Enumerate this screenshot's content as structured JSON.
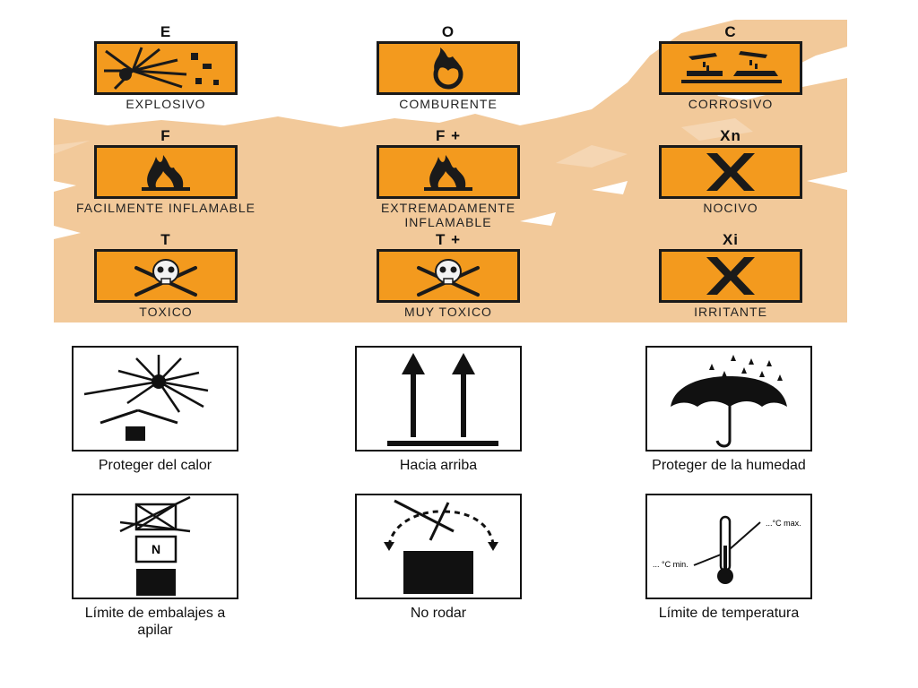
{
  "hazards": [
    {
      "code": "E",
      "name": "EXPLOSIVO",
      "icon": "explosion-icon"
    },
    {
      "code": "O",
      "name": "COMBURENTE",
      "icon": "flame-over-circle-icon"
    },
    {
      "code": "C",
      "name": "CORROSIVO",
      "icon": "corrosion-icon"
    },
    {
      "code": "F",
      "name": "FACILMENTE INFLAMABLE",
      "icon": "flame-icon"
    },
    {
      "code": "F +",
      "name": "EXTREMADAMENTE INFLAMABLE",
      "icon": "flame-icon"
    },
    {
      "code": "Xn",
      "name": "NOCIVO",
      "icon": "cross-icon"
    },
    {
      "code": "T",
      "name": "TOXICO",
      "icon": "skull-crossbones-icon"
    },
    {
      "code": "T +",
      "name": "MUY TOXICO",
      "icon": "skull-crossbones-icon"
    },
    {
      "code": "Xi",
      "name": "IRRITANTE",
      "icon": "cross-icon"
    }
  ],
  "packaging": [
    {
      "label": "Proteger del calor",
      "icon": "sun-heat-icon"
    },
    {
      "label": "Hacia arriba",
      "icon": "this-way-up-icon"
    },
    {
      "label": "Proteger de la humedad",
      "icon": "umbrella-rain-icon"
    },
    {
      "label": "Límite de embalajes a apilar",
      "icon": "stacking-limit-icon"
    },
    {
      "label": "No rodar",
      "icon": "no-rolling-icon"
    },
    {
      "label": "Límite de temperatura",
      "icon": "thermometer-icon"
    }
  ],
  "thermo": {
    "max_label": "...°C max.",
    "min_label": "... °C min."
  },
  "stack_letter": "N",
  "colors": {
    "hazard_orange": "#F39A1E",
    "splash": "#F1C493",
    "ink": "#111111"
  }
}
